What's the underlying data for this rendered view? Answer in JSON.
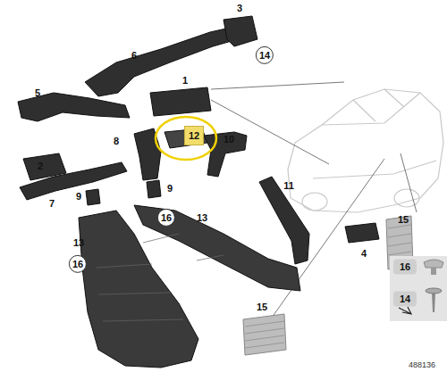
{
  "diagram": {
    "nodes": [
      {
        "text": [
          "14"
        ]
      },
      {
        "text": [
          "12"
        ]
      },
      {
        "text": [
          "16"
        ]
      },
      {
        "text": [
          "16"
        ]
      },
      {
        "text": [
          "16"
        ]
      },
      {
        "text": [
          "14"
        ]
      }
    ],
    "labels": [
      "3",
      "6",
      "1",
      "5",
      "8",
      "10",
      "2",
      "7",
      "9",
      "9",
      "11",
      "13",
      "13",
      "15",
      "4",
      "15",
      "488136"
    ]
  }
}
